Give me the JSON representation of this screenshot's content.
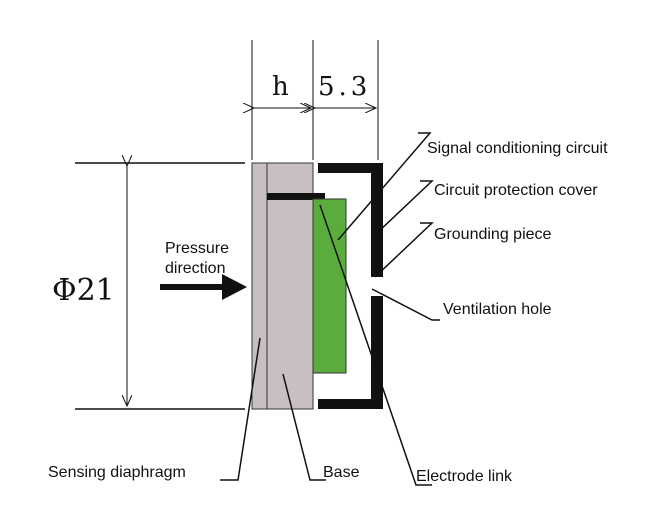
{
  "dimensions": {
    "thickness_h": "h",
    "thickness_value": "5.3",
    "diameter": "Φ21"
  },
  "pressure": {
    "line1": "Pressure",
    "line2": "direction"
  },
  "callouts": {
    "signal_conditioning_circuit": "Signal conditioning circuit",
    "circuit_protection_cover": "Circuit protection cover",
    "grounding_piece": "Grounding piece",
    "ventilation_hole": "Ventilation hole",
    "sensing_diaphragm": "Sensing diaphragm",
    "base": "Base",
    "electrode_link": "Electrode link"
  },
  "colors": {
    "diaphragm_fill": "#c8c0c0",
    "base_fill": "#c8c0c0",
    "circuit_board_fill": "#5aac3c",
    "cover_color": "#111111",
    "line_color": "#111111"
  }
}
